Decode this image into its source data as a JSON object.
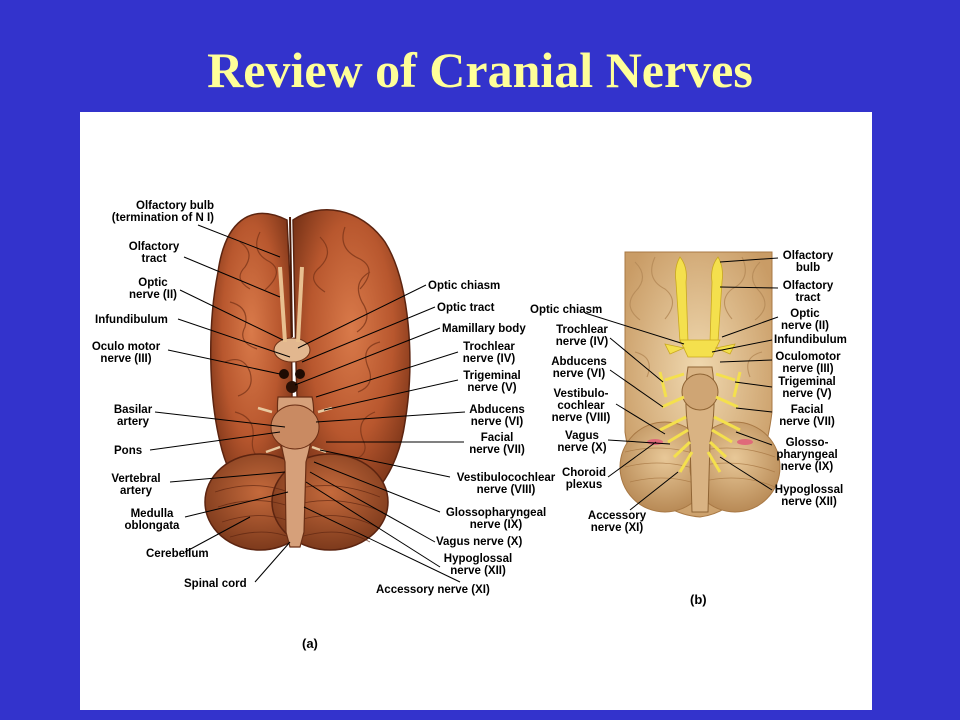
{
  "title": "Review of Cranial Nerves",
  "panel_a": {
    "caption": "(a)",
    "labels": {
      "olfactory_bulb_1": "Olfactory bulb",
      "olfactory_bulb_2": "(termination of N I)",
      "olfactory_tract_1": "Olfactory",
      "olfactory_tract_2": "tract",
      "optic_nerve_1": "Optic",
      "optic_nerve_2": "nerve (II)",
      "infundibulum": "Infundibulum",
      "oculomotor_1": "Oculo motor",
      "oculomotor_2": "nerve (III)",
      "basilar_1": "Basilar",
      "basilar_2": "artery",
      "pons": "Pons",
      "vertebral_1": "Vertebral",
      "vertebral_2": "artery",
      "medulla_1": "Medulla",
      "medulla_2": "oblongata",
      "cerebellum": "Cerebellum",
      "spinal_cord": "Spinal cord",
      "optic_chiasm": "Optic chiasm",
      "optic_tract": "Optic tract",
      "mamillary": "Mamillary body",
      "trochlear_1": "Trochlear",
      "trochlear_2": "nerve (IV)",
      "trigeminal_1": "Trigeminal",
      "trigeminal_2": "nerve (V)",
      "abducens_1": "Abducens",
      "abducens_2": "nerve (VI)",
      "facial_1": "Facial",
      "facial_2": "nerve (VII)",
      "vestibulo_1": "Vestibulocochlear",
      "vestibulo_2": "nerve (VIII)",
      "glosso_1": "Glossopharyngeal",
      "glosso_2": "nerve (IX)",
      "vagus": "Vagus nerve (X)",
      "hypoglossal_1": "Hypoglossal",
      "hypoglossal_2": "nerve (XII)",
      "accessory": "Accessory nerve (XI)"
    }
  },
  "panel_b": {
    "caption": "(b)",
    "labels": {
      "olfactory_bulb_1": "Olfactory",
      "olfactory_bulb_2": "bulb",
      "olfactory_tract_1": "Olfactory",
      "olfactory_tract_2": "tract",
      "optic_1": "Optic",
      "optic_2": "nerve (II)",
      "infundibulum": "Infundibulum",
      "oculomotor_1": "Oculomotor",
      "oculomotor_2": "nerve (III)",
      "trigeminal_1": "Trigeminal",
      "trigeminal_2": "nerve (V)",
      "facial_1": "Facial",
      "facial_2": "nerve (VII)",
      "glosso_1": "Glosso-",
      "glosso_2": "pharyngeal",
      "glosso_3": "nerve (IX)",
      "hypoglossal_1": "Hypoglossal",
      "hypoglossal_2": "nerve (XII)",
      "optic_chiasm": "Optic chiasm",
      "trochlear_1": "Trochlear",
      "trochlear_2": "nerve (IV)",
      "abducens_1": "Abducens",
      "abducens_2": "nerve (VI)",
      "vestibulo_1": "Vestibulo-",
      "vestibulo_2": "cochlear",
      "vestibulo_3": "nerve (VIII)",
      "vagus_1": "Vagus",
      "vagus_2": "nerve (X)",
      "choroid_1": "Choroid",
      "choroid_2": "plexus",
      "accessory_1": "Accessory",
      "accessory_2": "nerve (XI)"
    }
  },
  "colors": {
    "background": "#3333cc",
    "title": "#ffff99",
    "panel": "#ffffff",
    "brain": "#b8572e",
    "nerve": "#f4e04d"
  }
}
